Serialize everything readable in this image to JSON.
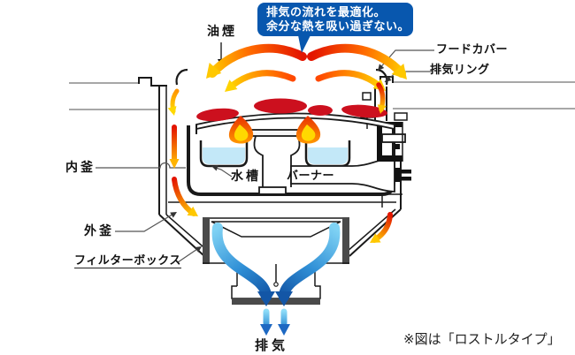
{
  "callout": {
    "line1": "排気の流れを最適化。",
    "line2": "余分な熱を吸い過ぎない。"
  },
  "labels": {
    "oil_smoke": "油煙",
    "hood_cover": "フードカバー",
    "exhaust_ring": "排気リング",
    "inner_pot": "内釜",
    "water_tank": "水槽",
    "burner": "バーナー",
    "outer_pot": "外釜",
    "filter_box": "フィルターボックス",
    "exhaust": "排気"
  },
  "note": "※図は「ロストルタイプ」",
  "colors": {
    "callout_bg": "#0857ae",
    "callout_text": "#ffffff",
    "heat_flow_red": "#e31400",
    "heat_flow_yellow": "#ffc800",
    "heat_spot": "#cc101e",
    "flame_yellow": "#ffd800",
    "water": "#c3e8f8",
    "exhaust_light_blue": "#7fd2f4",
    "exhaust_dark_blue": "#1356a6",
    "outline": "#1a1a1a",
    "table_line": "#8a8a8a",
    "panel_dark": "#4a4a4a",
    "note_text": "#222222"
  }
}
